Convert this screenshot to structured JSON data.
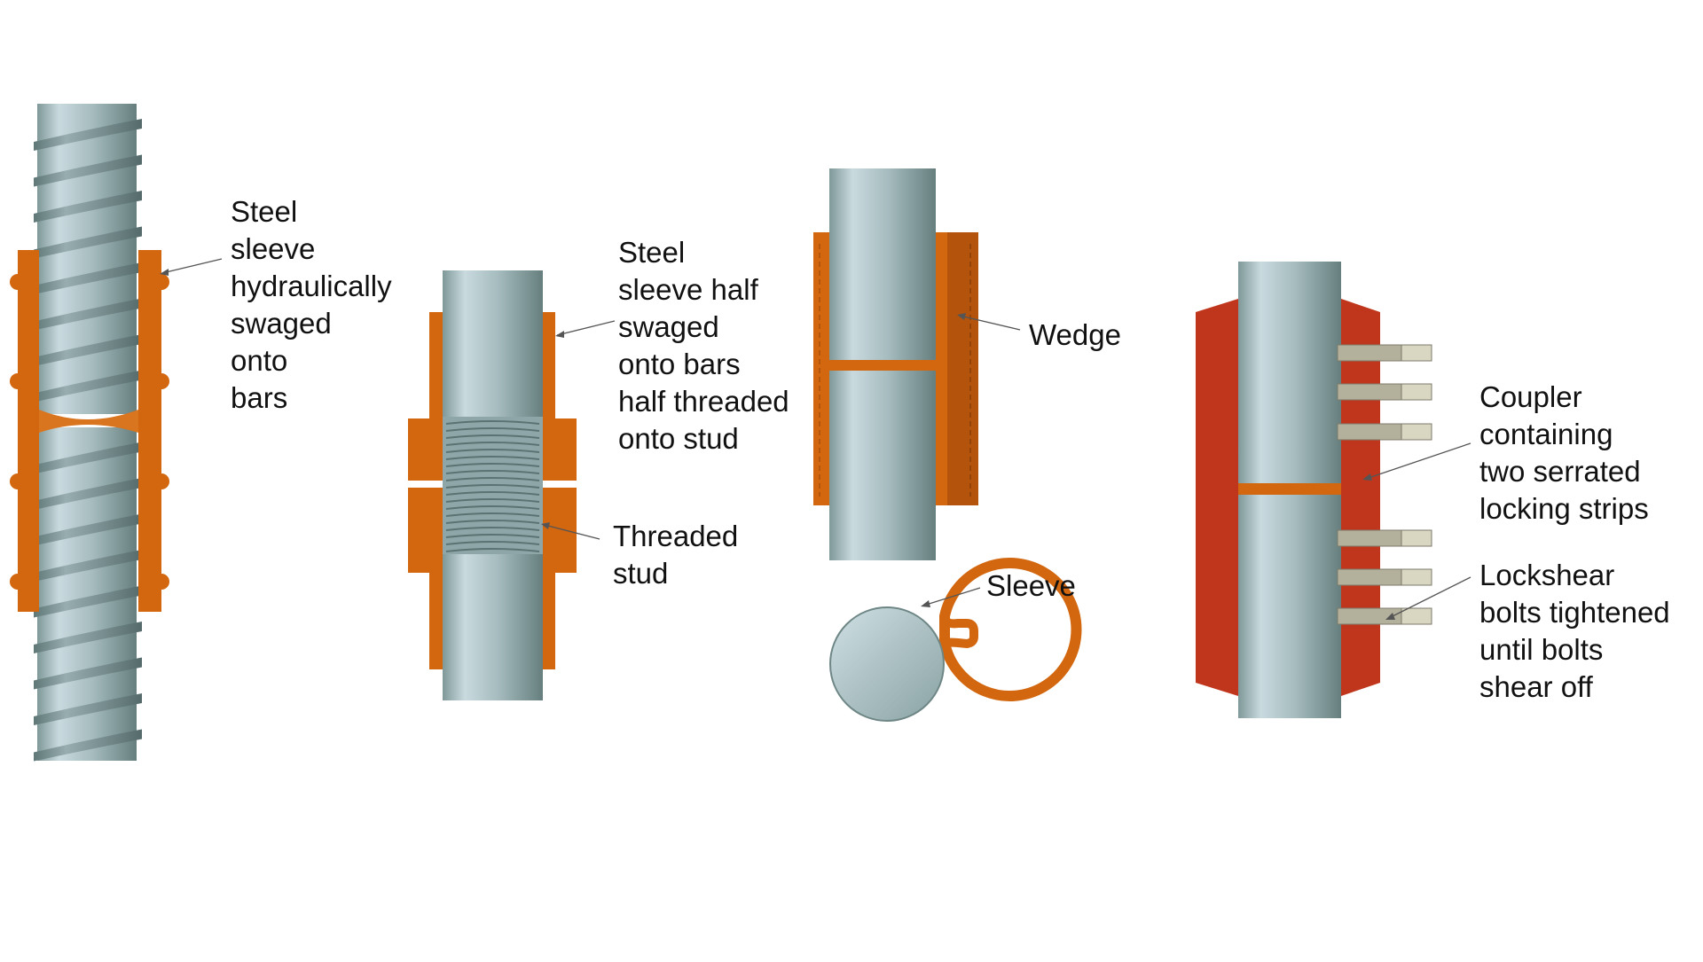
{
  "colors": {
    "bar_light": "#c9dadf",
    "bar_dark": "#6e8786",
    "sleeve_orange": "#d2670f",
    "sleeve_orange_dark": "#a9500a",
    "coupler_red": "#c0361d",
    "bolt_gray": "#b3b09b",
    "bolt_light": "#d9d6c2",
    "text": "#111111"
  },
  "diagrams": [
    {
      "id": "swaged-sleeve",
      "label_lines": [
        "Steel",
        "sleeve",
        "hydraulically",
        "swaged",
        "onto",
        "bars"
      ]
    },
    {
      "id": "half-swaged-half-threaded",
      "label_lines": [
        "Steel",
        "sleeve half",
        "swaged",
        "onto bars",
        "half threaded",
        "onto stud"
      ],
      "stud_label_lines": [
        "Threaded",
        "stud"
      ]
    },
    {
      "id": "wedge-sleeve",
      "label": "Wedge",
      "sleeve_label": "Sleeve"
    },
    {
      "id": "lockshear-coupler",
      "label_lines": [
        "Coupler",
        "containing",
        "two serrated",
        "locking strips"
      ],
      "bolts_label_lines": [
        "Lockshear",
        "bolts tightened",
        "until bolts",
        "shear off"
      ]
    }
  ]
}
